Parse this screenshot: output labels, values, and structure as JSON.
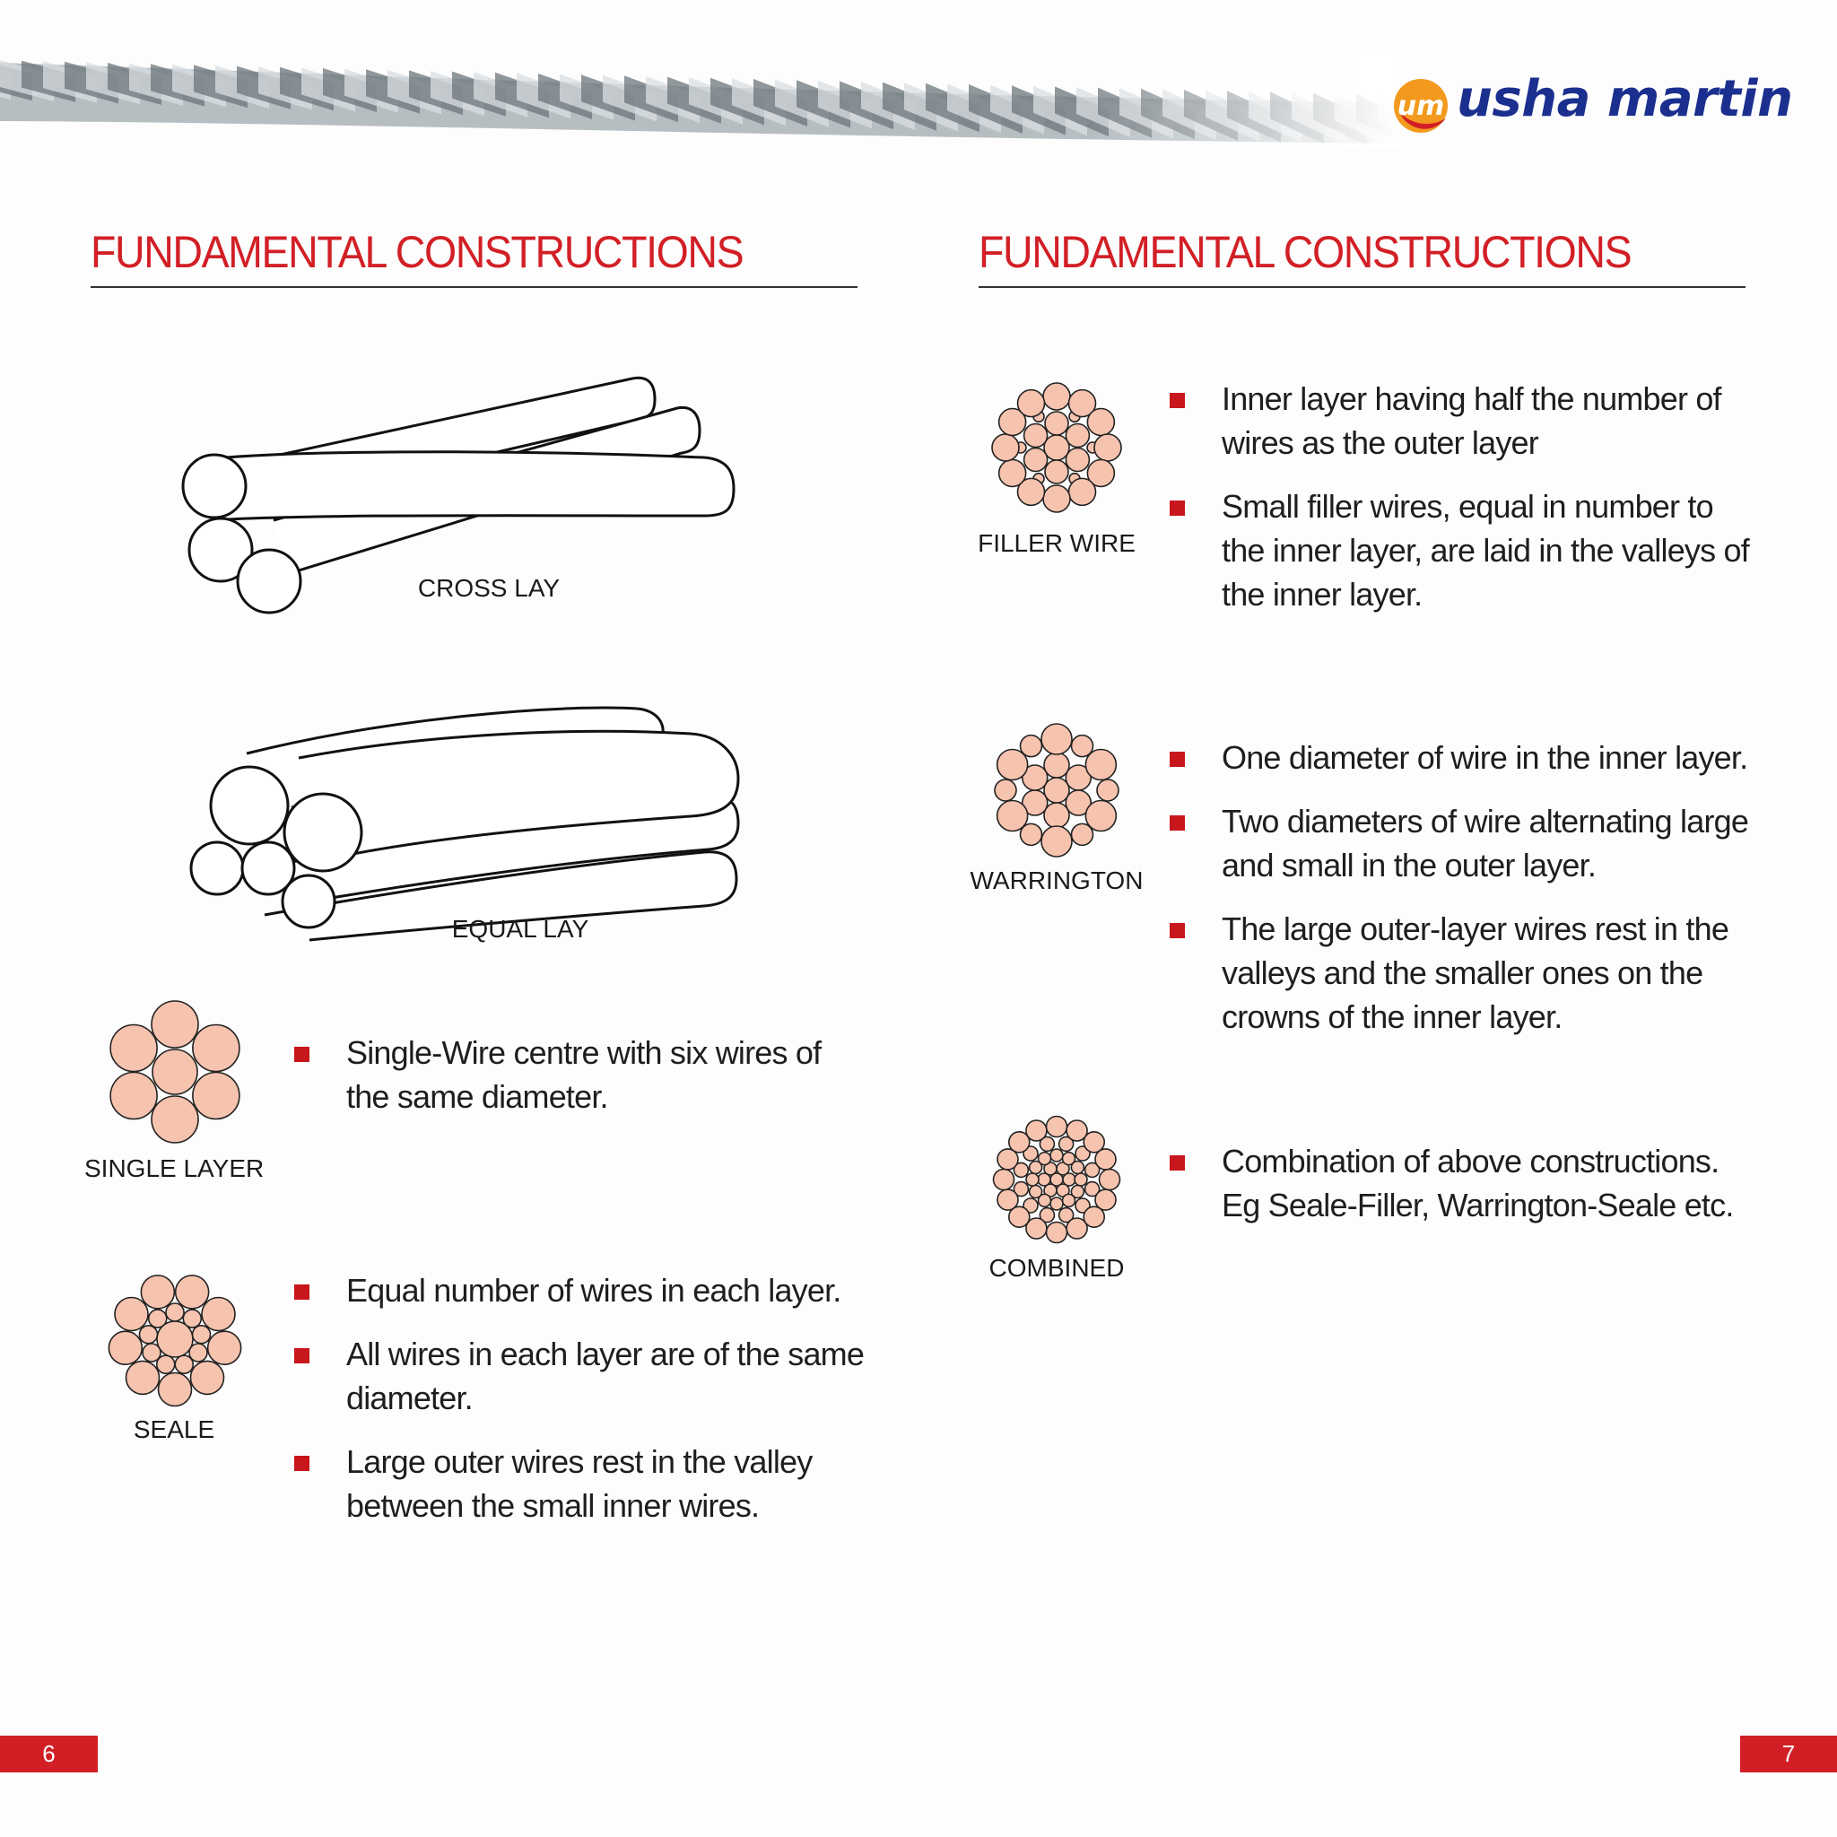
{
  "header": {
    "brand_name": "usha martin",
    "logo_mark": "um",
    "colors": {
      "brand_blue": "#1b2f8f",
      "accent_red": "#d21f26",
      "wire_fill": "#f6c3ae"
    }
  },
  "left_page": {
    "heading": "FUNDAMENTAL CONSTRUCTIONS",
    "figures": {
      "cross_lay": "CROSS LAY",
      "equal_lay": "EQUAL LAY"
    },
    "constructions": [
      {
        "label": "SINGLE LAYER",
        "bullets": [
          "Single-Wire centre with six wires of the same diameter."
        ]
      },
      {
        "label": "SEALE",
        "bullets": [
          "Equal number of wires in each layer.",
          "All wires in each layer are of the same diameter.",
          "Large outer wires rest in the valley between the small inner wires."
        ]
      }
    ],
    "page_number": "6"
  },
  "right_page": {
    "heading": "FUNDAMENTAL CONSTRUCTIONS",
    "constructions": [
      {
        "label": "FILLER WIRE",
        "bullets": [
          "Inner layer having half the number of wires as the outer layer",
          "Small filler wires, equal in number to the inner layer, are laid in the valleys of the inner layer."
        ]
      },
      {
        "label": "WARRINGTON",
        "bullets": [
          "One diameter of wire in the inner layer.",
          "Two diameters of wire alternating large and small in the outer layer.",
          "The large outer-layer wires rest in the valleys and the smaller ones on the crowns of the inner layer."
        ]
      },
      {
        "label": "COMBINED",
        "bullets": [
          "Combination of above constructions. Eg Seale-Filler, Warrington-Seale etc."
        ]
      }
    ],
    "page_number": "7"
  }
}
